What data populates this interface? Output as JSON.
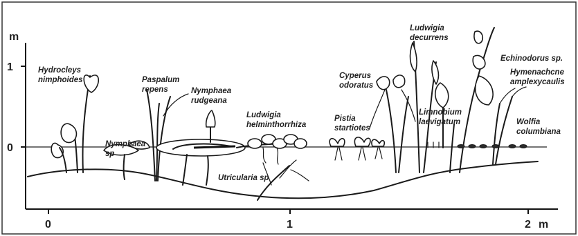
{
  "axes": {
    "y_unit": "m",
    "y_tick_1": "1",
    "y_tick_0": "0",
    "x_tick_0": "0",
    "x_tick_1": "1",
    "x_tick_2": "2",
    "x_unit": "m"
  },
  "species": {
    "hydrocleys_1": "Hydrocleys",
    "hydrocleys_2": "nimphoides",
    "nymphaea_sp_1": "Nymphaea",
    "nymphaea_sp_2": "sp",
    "paspalum_1": "Paspalum",
    "paspalum_2": "repens",
    "nymphaea_rud_1": "Nymphaea",
    "nymphaea_rud_2": "rudgeana",
    "ludwigia_h_1": "Ludwigia",
    "ludwigia_h_2": "helminthorrhiza",
    "utricularia": "Utricularia sp",
    "pistia_1": "Pistia",
    "pistia_2": "startiotes",
    "cyperus_1": "Cyperus",
    "cyperus_2": "odoratus",
    "ludwigia_d_1": "Ludwigia",
    "ludwigia_d_2": "decurrens",
    "limnobium_1": "Limnobium",
    "limnobium_2": "laevigatum",
    "echinodorus": "Echinodorus sp.",
    "hymenachne_1": "Hymenachcne",
    "hymenachne_2": "amplexycaulis",
    "wolffia_1": "Wolfia",
    "wolffia_2": "columbiana"
  }
}
